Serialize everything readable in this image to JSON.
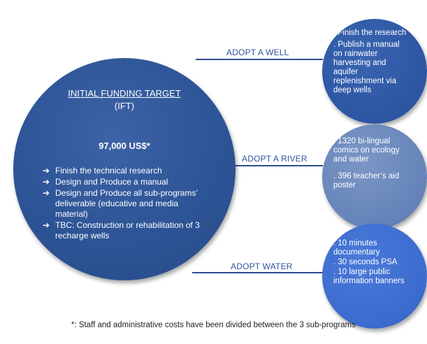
{
  "main": {
    "title": "INITIAL FUNDING TARGET",
    "subtitle": "(IFT)",
    "amount": "97,000 US$*",
    "bullets": [
      "Finish the technical research",
      "Design and Produce a manual",
      "Design and Produce all sub-programs’ deliverable (educative and media material)",
      "TBC: Construction or rehabilitation of 3 recharge wells"
    ],
    "bullet_icon": "arrow-right-icon",
    "color": "#2d5496"
  },
  "programs": [
    {
      "label": "ADOPT A WELL",
      "color": "#2c56a3",
      "items": [
        ". Finish the research",
        ". Publish a manual on rainwater harvesting and aquifer replenishment via deep wells"
      ]
    },
    {
      "label": "ADOPT A RIVER",
      "color": "#6583b9",
      "items": [
        ". 1320 bi-lingual comics on ecology and water",
        ". 396 teacher’s aid poster"
      ]
    },
    {
      "label": "ADOPT WATER",
      "color": "#3b6bce",
      "items": [
        ". 10 minutes documentary",
        ". 30 seconds PSA",
        ". 10 large public information banners"
      ]
    }
  ],
  "footnote": "*: Staff and administrative costs have been divided between the 3 sub-programs",
  "label_color": "#2f54a0",
  "line_color": "#2a4f90"
}
